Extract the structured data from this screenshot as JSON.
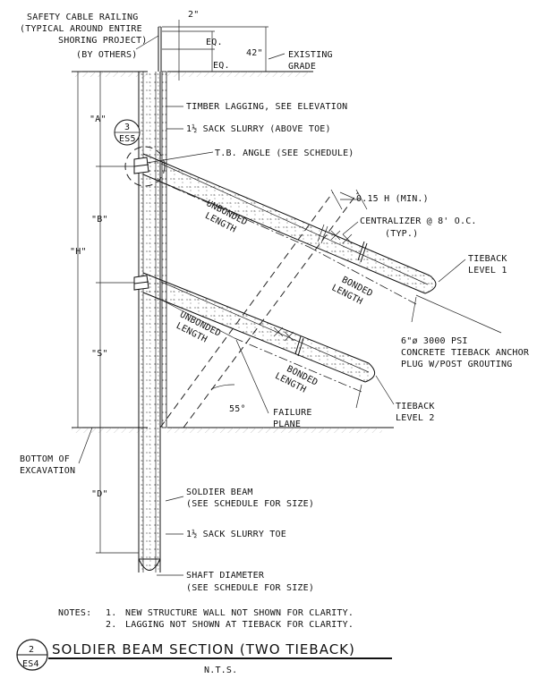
{
  "labels": {
    "railing": [
      "SAFETY CABLE RAILING",
      "(TYPICAL AROUND ENTIRE",
      "SHORING PROJECT)",
      "(BY OTHERS)"
    ],
    "dim_2in": "2\"",
    "eq1": "EQ.",
    "eq2": "EQ.",
    "dim_42": "42\"",
    "existing_grade": [
      "EXISTING",
      "GRADE"
    ],
    "lagging": "TIMBER LAGGING, SEE ELEVATION",
    "slurry_above": "1½ SACK SLURRY (ABOVE TOE)",
    "detail_num": "3",
    "detail_sheet": "ES5",
    "tb_angle": "T.B. ANGLE (SEE SCHEDULE)",
    "min_015h": "0.15 H (MIN.)",
    "centralizer": [
      "CENTRALIZER @ 8' O.C.",
      "(TYP.)"
    ],
    "unbonded1": [
      "UNBONDED",
      "LENGTH"
    ],
    "bonded1": [
      "BONDED",
      "LENGTH"
    ],
    "tieback1": [
      "TIEBACK",
      "LEVEL 1"
    ],
    "anchor_note": [
      "6\"ø 3000 PSI",
      "CONCRETE TIEBACK ANCHOR",
      "PLUG W/POST GROUTING"
    ],
    "unbonded2": [
      "UNBONDED",
      "LENGTH"
    ],
    "bonded2": [
      "BONDED",
      "LENGTH"
    ],
    "tieback2": [
      "TIEBACK",
      "LEVEL 2"
    ],
    "failure_plane": [
      "FAILURE",
      "PLANE"
    ],
    "angle_55": "55°",
    "dim_a": "\"A\"",
    "dim_b": "\"B\"",
    "dim_h": "\"H\"",
    "dim_s": "\"S\"",
    "dim_d": "\"D\"",
    "bottom_excavation": [
      "BOTTOM OF",
      "EXCAVATION"
    ],
    "soldier_beam": [
      "SOLDIER BEAM",
      "(SEE SCHEDULE FOR SIZE)"
    ],
    "slurry_toe": "1½ SACK SLURRY TOE",
    "shaft_diameter": [
      "SHAFT DIAMETER",
      "(SEE SCHEDULE FOR SIZE)"
    ]
  },
  "notes": {
    "heading": "NOTES:",
    "items": [
      {
        "num": "1.",
        "text": "NEW STRUCTURE WALL NOT SHOWN FOR CLARITY."
      },
      {
        "num": "2.",
        "text": "LAGGING NOT SHOWN AT TIEBACK FOR CLARITY."
      }
    ]
  },
  "title": {
    "detail_num": "2",
    "detail_sheet": "ES4",
    "text": "SOLDIER BEAM SECTION (TWO TIEBACK)",
    "scale": "N.T.S."
  }
}
